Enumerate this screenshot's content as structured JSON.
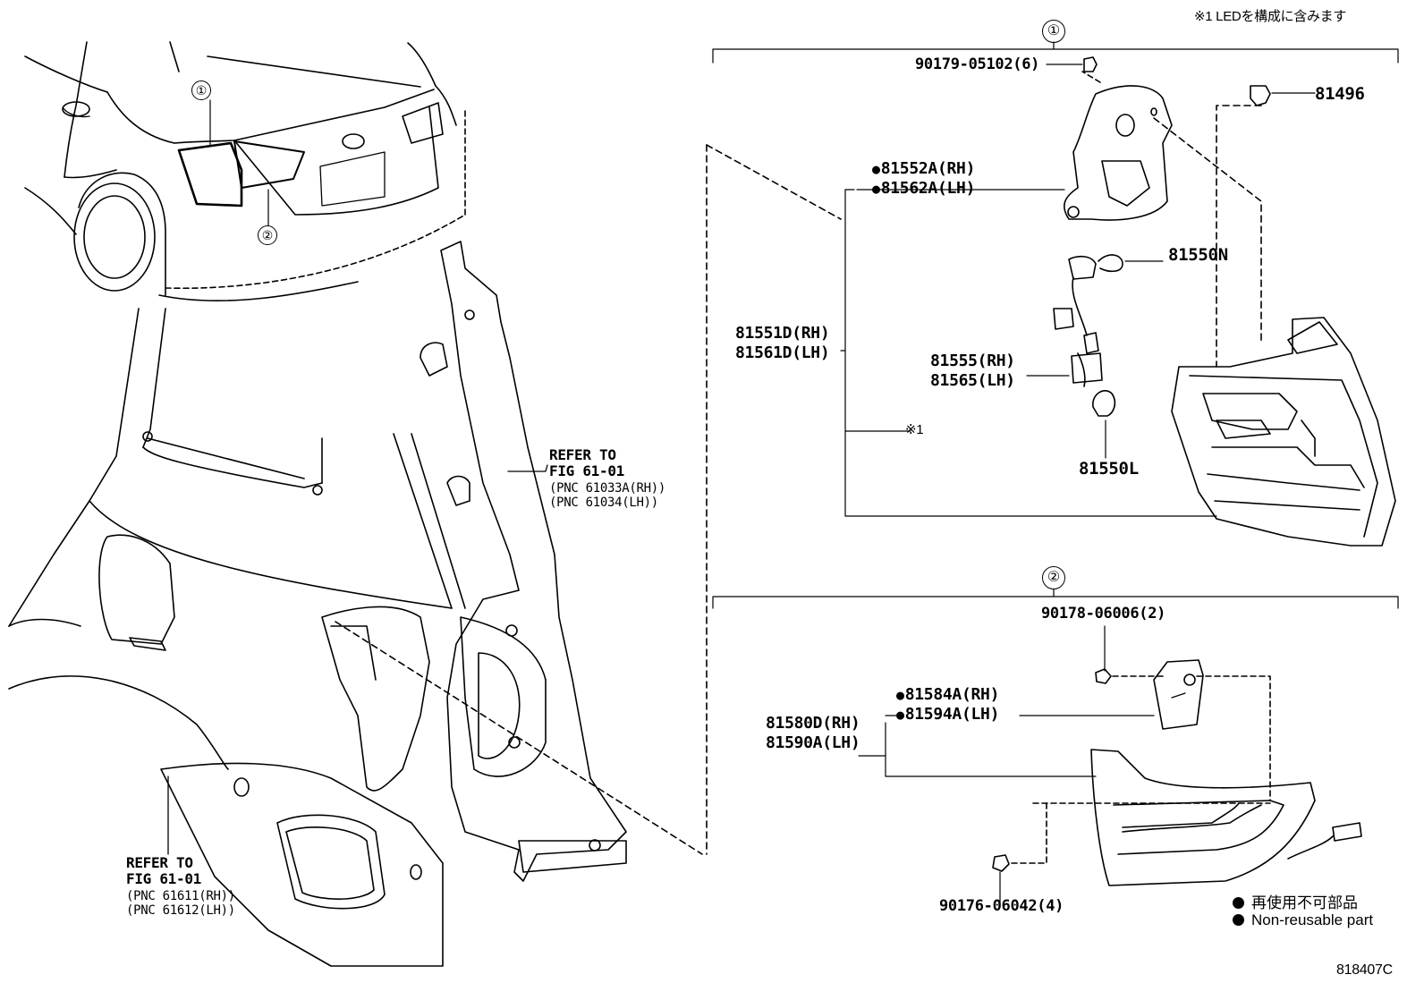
{
  "header_note": "※1 LEDを構成に含みます",
  "group_markers": {
    "group1": "①",
    "group2": "②",
    "car_1": "①",
    "car_2": "②"
  },
  "parts_group1": {
    "screw": "90179-05102(6)",
    "clip": "81496",
    "bracket_rh": "81552A(RH)",
    "bracket_lh": "81562A(LH)",
    "bulb_small": "81550N",
    "lamp_rh": "81551D(RH)",
    "lamp_lh": "81561D(LH)",
    "socket_rh": "81555(RH)",
    "socket_lh": "81565(LH)",
    "led_note": "※1",
    "bulb_large": "81550L"
  },
  "parts_group2": {
    "nut": "90178-06006(2)",
    "bracket_rh": "81584A(RH)",
    "bracket_lh": "81594A(LH)",
    "lamp_rh": "81580D(RH)",
    "lamp_lh": "81590A(LH)",
    "nut2": "90176-06042(4)"
  },
  "refer_upper": {
    "line1": "REFER TO",
    "line2": "FIG 61-01",
    "line3": "(PNC 61033A(RH))",
    "line4": "(PNC 61034(LH))"
  },
  "refer_lower": {
    "line1": "REFER TO",
    "line2": "FIG 61-01",
    "line3": "(PNC 61611(RH))",
    "line4": "(PNC 61612(LH))"
  },
  "legend": {
    "jp": "再使用不可部品",
    "en": "Non-reusable part"
  },
  "figure_id": "818407C"
}
